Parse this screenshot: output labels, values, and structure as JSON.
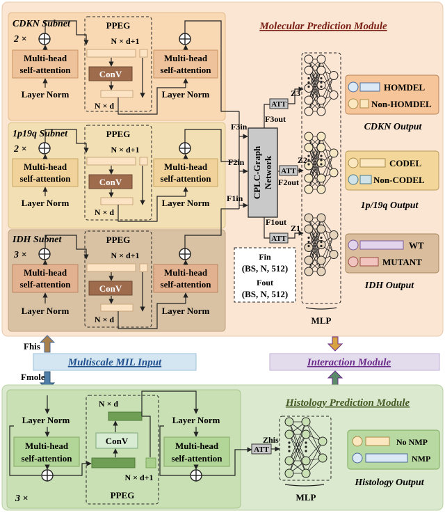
{
  "molecular": {
    "title": "Molecular Prediction Module",
    "subnets": [
      {
        "name": "CDKN Subnet",
        "repeat": "2 ×"
      },
      {
        "name": "1p19q Subnet",
        "repeat": "2 ×"
      },
      {
        "name": "IDH Subnet",
        "repeat": "3 ×"
      }
    ]
  },
  "blocks": {
    "mhsa_line1": "Multi-head",
    "mhsa_line2": "self-attention",
    "layer_norm": "Layer Norm",
    "ppeg": "PPEG",
    "conv": "ConV",
    "n_d1": "N × d+1",
    "n_d": "N × d"
  },
  "graph": {
    "line1": "CPLC-Graph",
    "line2": "Network",
    "f3_in": "F3in",
    "f2_in": "F2in",
    "f1_in": "F1in",
    "f3_out": "F3out",
    "f2_out": "F2out",
    "f1_out": "F1out",
    "att": "ATT",
    "z3": "Z3",
    "z2": "Z2",
    "z1": "Z1"
  },
  "dims": {
    "fin": "Fin",
    "fin_shape": "(BS, N, 512)",
    "fout": "Fout",
    "fout_shape": "(BS, N, 512)"
  },
  "mlp_label": "MLP",
  "outputs": {
    "cdkn": {
      "title": "CDKN Output",
      "a": "HOMDEL",
      "b": "Non-HOMDEL"
    },
    "p19q": {
      "title": "1p/19q Output",
      "a": "CODEL",
      "b": "Non-CODEL"
    },
    "idh": {
      "title": "IDH Output",
      "a": "WT",
      "b": "MUTANT"
    },
    "hist": {
      "title": "Histology Output",
      "a": "No NMP",
      "b": "NMP"
    }
  },
  "mid": {
    "fhis": "Fhis",
    "fmole": "Fmole",
    "mil": "Multiscale MIL Input",
    "interaction": "Interaction Module"
  },
  "histology": {
    "title": "Histology Prediction Module",
    "repeat": "3 ×",
    "zhis": "Zhis",
    "att": "ATT"
  },
  "colors": {
    "molecular_bg": "#fbe6d4",
    "cdkn_bg": "#f8d9b4",
    "p19q_bg": "#f3dfb4",
    "idh_bg": "#d9c2a3",
    "histology_bg": "#dbe9cf",
    "mil_bg": "#d3e6f2",
    "interaction_bg": "#e3dced",
    "title_red": "#7a1e14",
    "mil_blue": "#1f4e8c",
    "interaction_purple": "#6b2c8a",
    "hist_title": "#445a23",
    "conv_brown": "#9e6b4c",
    "hist_green": "#a8cf8c"
  }
}
